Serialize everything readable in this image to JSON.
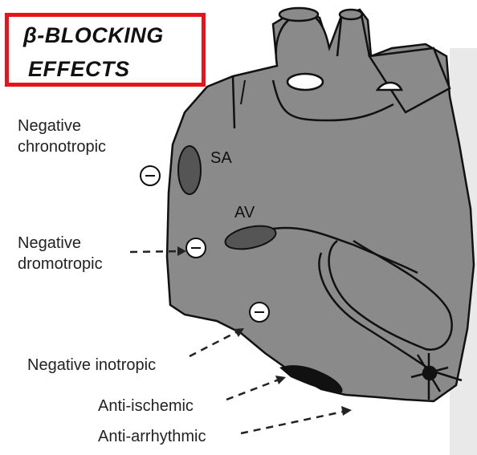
{
  "title": {
    "line1": "β-BLOCKING",
    "line2": "EFFECTS"
  },
  "nodes": {
    "sa": "SA",
    "av": "AV"
  },
  "effects": {
    "chronotropic_line1": "Negative",
    "chronotropic_line2": "chronotropic",
    "dromotropic_line1": "Negative",
    "dromotropic_line2": "dromotropic",
    "inotropic": "Negative inotropic",
    "anti_ischemic": "Anti-ischemic",
    "anti_arrhythmic": "Anti-arrhythmic"
  },
  "colors": {
    "title_border": "#e8141b",
    "heart_fill": "#8a8a8a",
    "node_fill": "#555555"
  }
}
